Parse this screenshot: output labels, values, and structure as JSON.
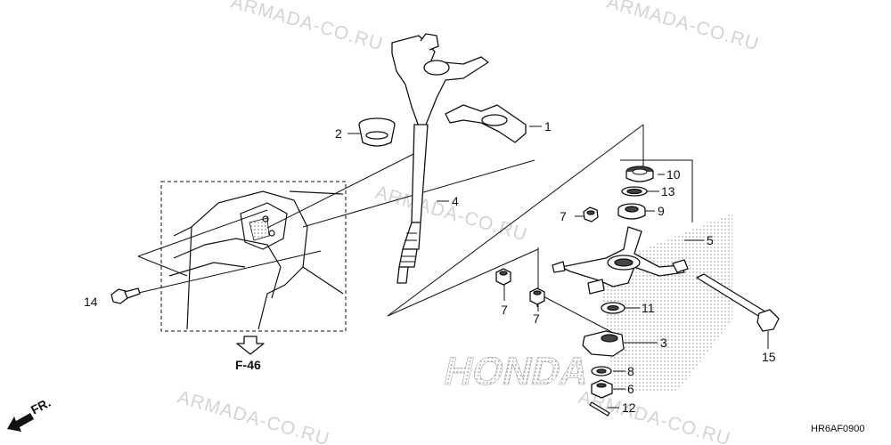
{
  "watermark": "ARMADA-CO.RU",
  "diagram_code": "HR6AF0900",
  "ref_label": "F-46",
  "front_label": "FR.",
  "brand_logo": "HONDA",
  "callouts": {
    "c1": "1",
    "c2": "2",
    "c3": "3",
    "c4": "4",
    "c5": "5",
    "c6": "6",
    "c7a": "7",
    "c7b": "7",
    "c7c": "7",
    "c8": "8",
    "c9": "9",
    "c10": "10",
    "c11": "11",
    "c12": "12",
    "c13": "13",
    "c14": "14",
    "c15": "15"
  },
  "colors": {
    "ink": "#111111",
    "watermark": "#d4d4d4",
    "logo_dots": "#9a9a9a"
  }
}
